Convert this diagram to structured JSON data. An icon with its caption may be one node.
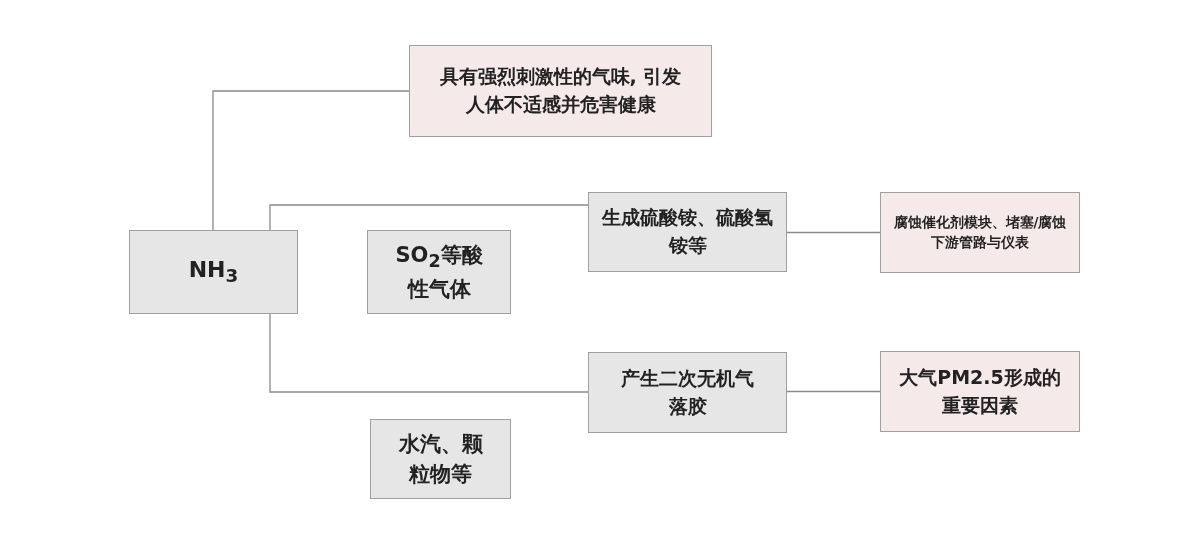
{
  "diagram": {
    "nodes": [
      {
        "text": [
          "NH$_{3}$"
        ]
      },
      {
        "text": [
          "具有强烈刺激性的气味, 引发人体不适感并危害健康"
        ]
      },
      {
        "text": [
          "SO$_{2}$等酸性气体"
        ]
      },
      {
        "text": [
          "生成硫酸铵、硫酸氢铵等"
        ]
      },
      {
        "text": [
          "腐蚀催化剂模块、堵塞/腐蚀下游管路与仪表"
        ]
      },
      {
        "text": [
          "产生二次无机气落胶"
        ]
      },
      {
        "text": [
          "大气PM2.5形成的重要因素"
        ]
      },
      {
        "text": [
          "水汽、颗粒物等"
        ]
      }
    ],
    "edges": [
      {
        "from": 0,
        "to": 1,
        "arrow": "none"
      },
      {
        "from": 0,
        "to": 3,
        "arrow": "none"
      },
      {
        "from": 0,
        "to": 5,
        "arrow": "none"
      },
      {
        "from": 3,
        "to": 4,
        "arrow": "none"
      },
      {
        "from": 5,
        "to": 6,
        "arrow": "none"
      }
    ]
  }
}
